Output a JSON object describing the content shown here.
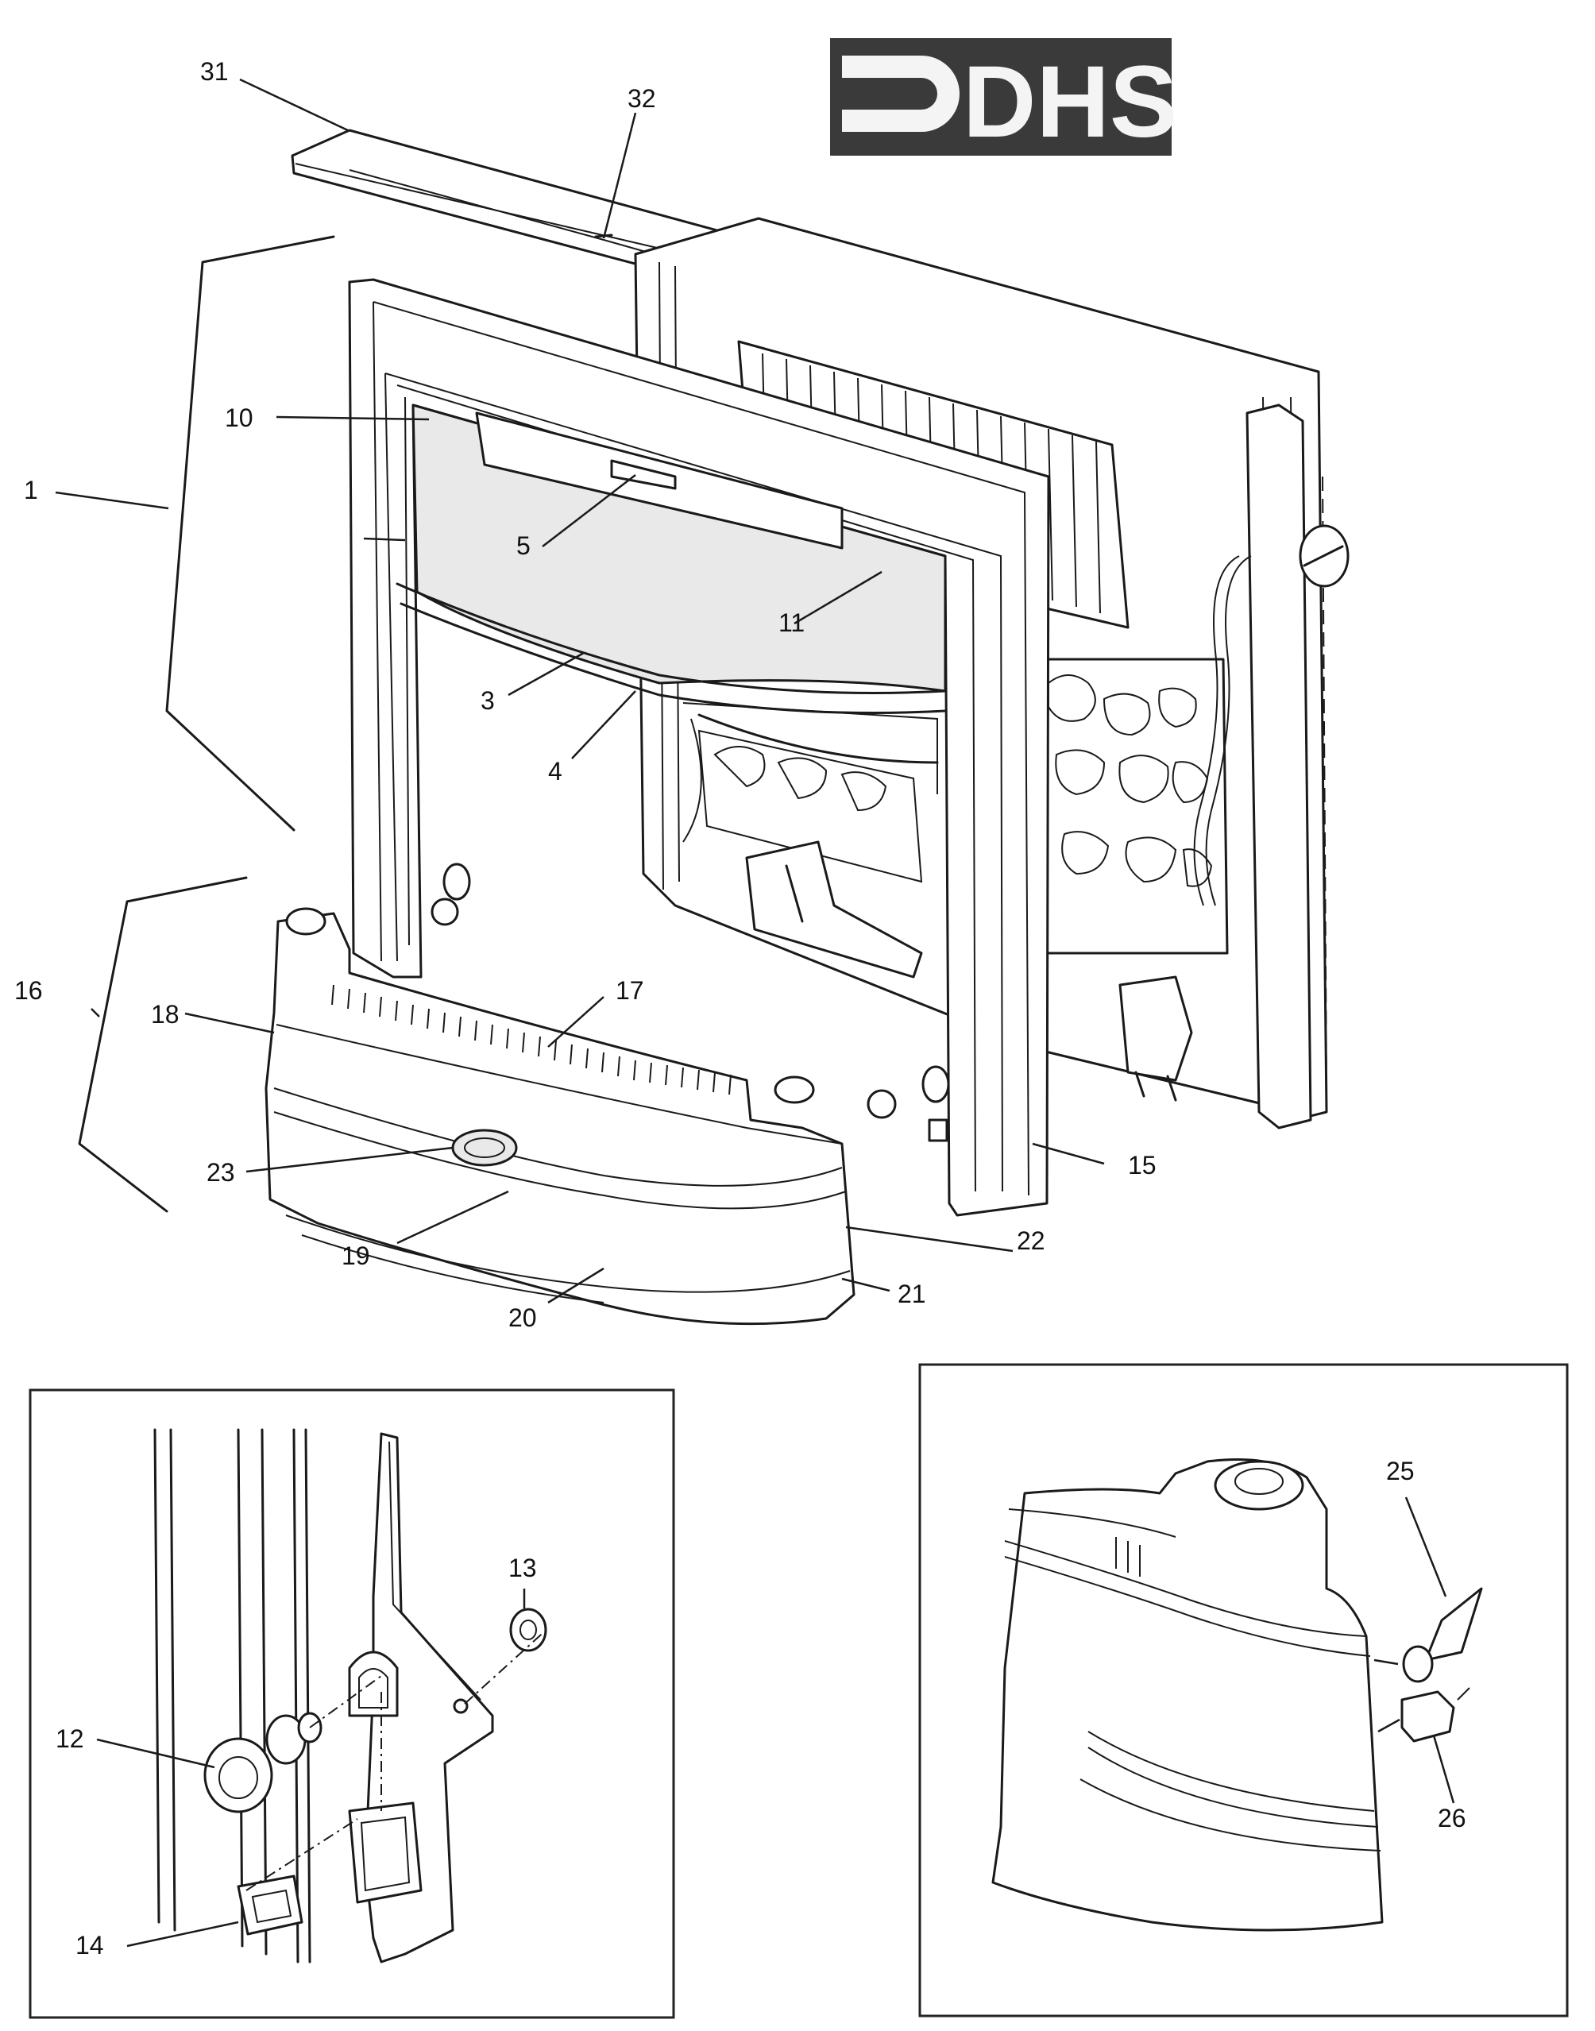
{
  "logo": {
    "text": "DHS"
  },
  "callouts": {
    "c1": "1",
    "c3": "3",
    "c4": "4",
    "c5": "5",
    "c10": "10",
    "c11": "11",
    "c12": "12",
    "c13": "13",
    "c14": "14",
    "c15": "15",
    "c16": "16",
    "c17": "17",
    "c18": "18",
    "c19": "19",
    "c20": "20",
    "c21": "21",
    "c22": "22",
    "c23": "23",
    "c25": "25",
    "c26": "26",
    "c31": "31",
    "c32": "32"
  },
  "colors": {
    "line": "#1a1a1a",
    "logo_bg": "#3a3a3a",
    "paper": "#ffffff"
  }
}
